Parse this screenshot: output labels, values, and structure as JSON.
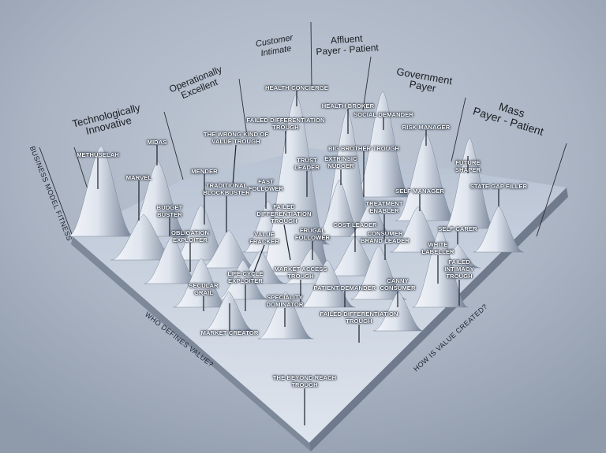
{
  "diagram": {
    "axes": {
      "fitness": "BUSINESS MODEL FITNESS",
      "who": "WHO DEFINES VALUE?",
      "how": "HOW IS VALUE CREATED?"
    },
    "categories": {
      "tech": "Technologically\nInnovative",
      "ops": "Operationally\nExcellent",
      "intimate": "Customer\nIntimate",
      "affluent": "Affluent\nPayer - Patient",
      "government": "Government\nPayer",
      "mass": "Mass\nPayer - Patient"
    },
    "labels": {
      "methuselah": "METHUSELAH",
      "marvel": "MARVEL",
      "midas": "MIDAS",
      "budget_buster": "BUDGET\nBUSTER",
      "obligation_exploiter": "OBLIGATION\nEXPLOITER",
      "mender": "MENDER",
      "traditional_blockbuster": "TRADITIONAL\nBLOCKBUSTER",
      "wrong_kind": "THE WRONG KIND OF\nVALUE TROUGH",
      "health_concierge": "HEALTH CONCIERGE",
      "failed_diff_1": "FAILED DIFFERENTIATION\nTROUGH",
      "health_broker": "HEALTH BROKER",
      "social_demander": "SOCIAL DEMANDER",
      "risk_manager": "RISK MANAGER",
      "big_brother": "BIG BROTHER TROUGH",
      "fast_follower": "FAST\nFOLLOWER",
      "trust_leader": "TRUST\nLEADER",
      "extrinsic_nudger": "EXTRINSIC\nNUDGER",
      "future_shaper": "FUTURE\nSHAPER",
      "state_gap_filler": "STATE GAP FILLER",
      "self_manager": "SELF MANAGER",
      "treatment_enabler": "TREATMENT\nENABLER",
      "failed_diff_2": "FAILED\nDIFFERENTIATION\nTROUGH",
      "cost_leader": "COST LEADER",
      "value_fracker": "VALUE\nFRACKER",
      "frugal_follower": "FRUGAL\nFOLLOWER",
      "consumer_brand_leader": "CONSUMER\nBRAND LEADER",
      "self_carer": "SELF CARER",
      "white_labeller": "WHITE\nLABELLER",
      "failed_intimacy": "FAILED\nINTIMACY\nTROUGH",
      "life_cycle_exploiter": "LIFE CYCLE\nEXPLOITER",
      "market_access": "MARKET ACCESS\nTROUGH",
      "secular_grail": "SECULAR\nGRAIL",
      "patient_demander": "PATIENT DEMANDER",
      "canny_consumer": "CANNY\nCONSUMER",
      "speciality_dominator": "SPECIALITY\nDOMINATOR",
      "failed_diff_3": "FAILED DIFFERENTIATION\nTROUGH",
      "market_creator": "MARKET CREATOR",
      "beyond_reach": "THE BEYOND REACH\nTROUGH"
    }
  }
}
